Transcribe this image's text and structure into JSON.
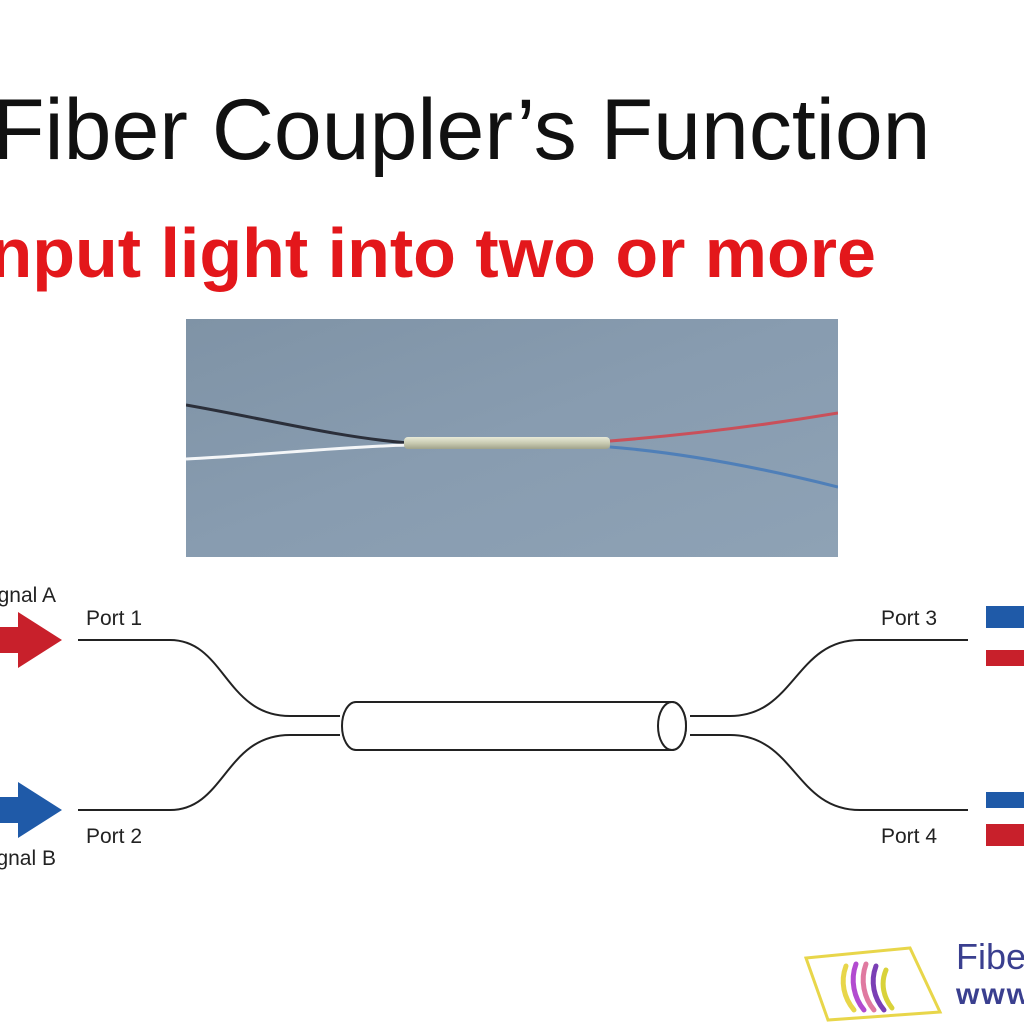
{
  "slide": {
    "title": "Fiber Coupler’s Function",
    "subtitle": "Input light into two or more"
  },
  "diagram": {
    "signal_a_label": "Signal A",
    "signal_b_label": "Signal B",
    "port1_label": "Port 1",
    "port2_label": "Port 2",
    "port3_label": "Port 3",
    "port4_label": "Port 4"
  },
  "logo": {
    "name": "Fiber",
    "url": "www"
  },
  "colors": {
    "signal_a": "#c8202b",
    "signal_b": "#1f5aa8",
    "subtitle": "#e3171b"
  }
}
